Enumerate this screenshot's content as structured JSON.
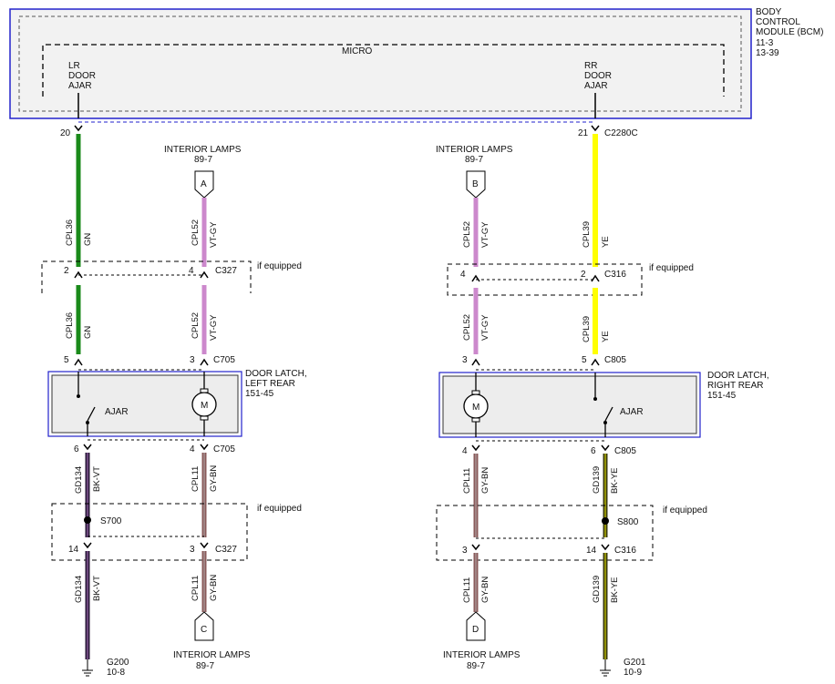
{
  "bcm": {
    "title_lines": [
      "BODY",
      "CONTROL",
      "MODULE (BCM)",
      "11-3",
      "13-39"
    ],
    "micro_label": "MICRO",
    "lr_door_ajar": [
      "LR",
      "DOOR",
      "AJAR"
    ],
    "rr_door_ajar": [
      "RR",
      "DOOR",
      "AJAR"
    ],
    "border_color": "#2222cc"
  },
  "interior_lamps": {
    "a": {
      "title": "INTERIOR LAMPS",
      "page": "89-7",
      "connector": "A"
    },
    "b": {
      "title": "INTERIOR LAMPS",
      "page": "89-7",
      "connector": "B"
    },
    "c": {
      "title": "INTERIOR LAMPS",
      "page": "89-7",
      "connector": "C"
    },
    "d": {
      "title": "INTERIOR LAMPS",
      "page": "89-7",
      "connector": "D"
    }
  },
  "pins": {
    "bcm_lr": "20",
    "bcm_rr": "21",
    "c2280c": "C2280C",
    "left_c327_top_gn": "2",
    "left_c327_top_vt": "4",
    "c327": "C327",
    "left_c705_top_gn": "5",
    "left_c705_top_vt": "3",
    "c705": "C705",
    "left_c705_bot_bk": "6",
    "left_c705_bot_gy": "4",
    "left_c327_bot_bk": "14",
    "left_c327_bot_gy": "3",
    "right_c316_top_vt": "4",
    "right_c316_top_ye": "2",
    "c316": "C316",
    "right_c805_top_vt": "3",
    "right_c805_top_ye": "5",
    "c805": "C805",
    "right_c805_bot_gy": "4",
    "right_c805_bot_bk": "6",
    "right_c316_bot_gy": "3",
    "right_c316_bot_bk": "14"
  },
  "wires": {
    "cpl36": "CPL36",
    "gn": "GN",
    "cpl52": "CPL52",
    "vt_gy": "VT-GY",
    "cpl39": "CPL39",
    "ye": "YE",
    "gd134": "GD134",
    "bk_vt": "BK-VT",
    "cpl11": "CPL11",
    "gy_bn": "GY-BN",
    "gd139": "GD139",
    "bk_ye": "BK-YE"
  },
  "if_equipped": "if equipped",
  "door_latch_left": [
    "DOOR LATCH,",
    "LEFT REAR",
    "151-45"
  ],
  "door_latch_right": [
    "DOOR LATCH,",
    "RIGHT REAR",
    "151-45"
  ],
  "ajar": "AJAR",
  "motor": "M",
  "splice_left": "S700",
  "splice_right": "S800",
  "ground_left": {
    "name": "G200",
    "page": "10-8"
  },
  "ground_right": {
    "name": "G201",
    "page": "10-9"
  },
  "colors": {
    "green": "#1a8a1a",
    "violet_gray": "#cc88cc",
    "yellow": "#ffff00",
    "gray_brown": "#8a5a5a",
    "black_violet": "#2a1a3a",
    "black_yellow": "#3a3a10",
    "module_fill": "#ededed"
  }
}
